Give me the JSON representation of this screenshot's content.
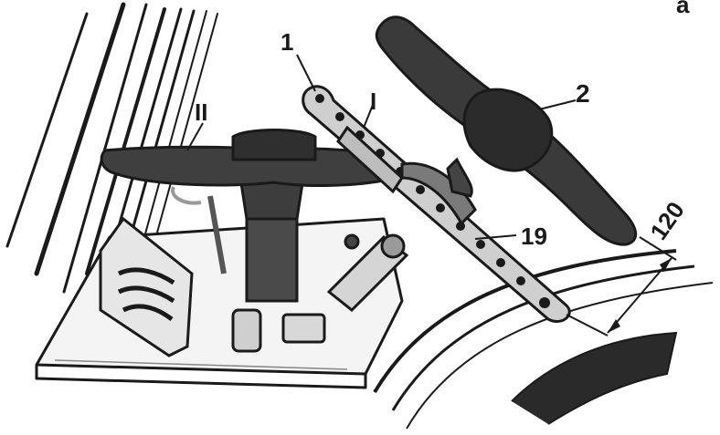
{
  "figure": {
    "panel_letter": "a",
    "callouts": {
      "part_1": "1",
      "part_2": "2",
      "position_I": "I",
      "position_II": "II",
      "part_19": "19",
      "dimension": "120"
    }
  }
}
